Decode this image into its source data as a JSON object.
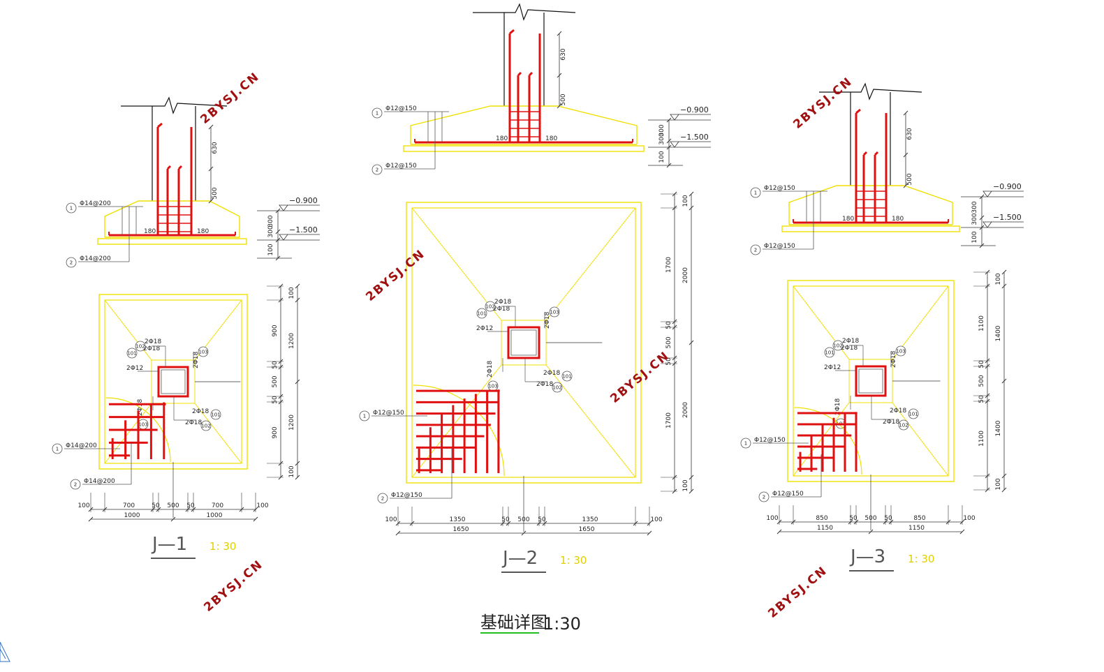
{
  "main_title": {
    "name": "基础详图",
    "scale": "1:30"
  },
  "watermark": "2BYSJ.CN",
  "colors": {
    "concrete": "#f0e000",
    "rebar": "#e01010",
    "line": "#111111",
    "dim": "#333333",
    "watermark": "#a01010",
    "underline": "#20c020"
  },
  "elevations": {
    "top": "−0.900",
    "bottom": "−1.500"
  },
  "details": [
    {
      "name": "J—1",
      "scale": "1: 30",
      "bar1": "Φ14@200",
      "bar2": "Φ14@200",
      "anchor_left": "180",
      "anchor_right": "180",
      "sec_dims": [
        "630",
        "500",
        "300",
        "300",
        "100"
      ],
      "plan_vert_outer": [
        "100",
        "1200",
        "1200",
        "100"
      ],
      "plan_vert_inner": [
        "900",
        "50",
        "500",
        "50",
        "900"
      ],
      "bottom_inner": [
        "100",
        "700",
        "50",
        "500",
        "50",
        "700",
        "100"
      ],
      "bottom_outer": [
        "1000",
        "1000"
      ],
      "tags": [
        "2Φ18",
        "2Φ18",
        "2Φ12",
        "2Φ18",
        "2Φ18",
        "2Φ18"
      ],
      "bubbles": [
        "102",
        "101",
        "103",
        "103",
        "101",
        "102"
      ]
    },
    {
      "name": "J—2",
      "scale": "1: 30",
      "bar1": "Φ12@150",
      "bar2": "Φ12@150",
      "anchor_left": "180",
      "anchor_right": "180",
      "sec_dims": [
        "630",
        "500",
        "300",
        "300",
        "100"
      ],
      "plan_vert_outer": [
        "100",
        "2000",
        "2000",
        "100"
      ],
      "plan_vert_inner": [
        "1700",
        "50",
        "500",
        "50",
        "1700"
      ],
      "bottom_inner": [
        "100",
        "1350",
        "50",
        "500",
        "50",
        "1350",
        "100"
      ],
      "bottom_outer": [
        "1650",
        "1650"
      ],
      "tags": [
        "2Φ18",
        "2Φ18",
        "2Φ12",
        "2Φ18",
        "2Φ18",
        "2Φ18"
      ],
      "bubbles": [
        "102",
        "101",
        "103",
        "103",
        "101",
        "102"
      ]
    },
    {
      "name": "J—3",
      "scale": "1: 30",
      "bar1": "Φ12@150",
      "bar2": "Φ12@150",
      "anchor_left": "180",
      "anchor_right": "180",
      "sec_dims": [
        "630",
        "500",
        "300",
        "300",
        "100"
      ],
      "plan_vert_outer": [
        "100",
        "1400",
        "1400",
        "100"
      ],
      "plan_vert_inner": [
        "1100",
        "50",
        "500",
        "50",
        "1100"
      ],
      "bottom_inner": [
        "100",
        "850",
        "50",
        "500",
        "50",
        "850",
        "100"
      ],
      "bottom_outer": [
        "1150",
        "1150"
      ],
      "tags": [
        "2Φ18",
        "2Φ18",
        "2Φ12",
        "2Φ18",
        "2Φ18",
        "2Φ18"
      ],
      "bubbles": [
        "102",
        "101",
        "103",
        "103",
        "101",
        "102"
      ]
    }
  ]
}
